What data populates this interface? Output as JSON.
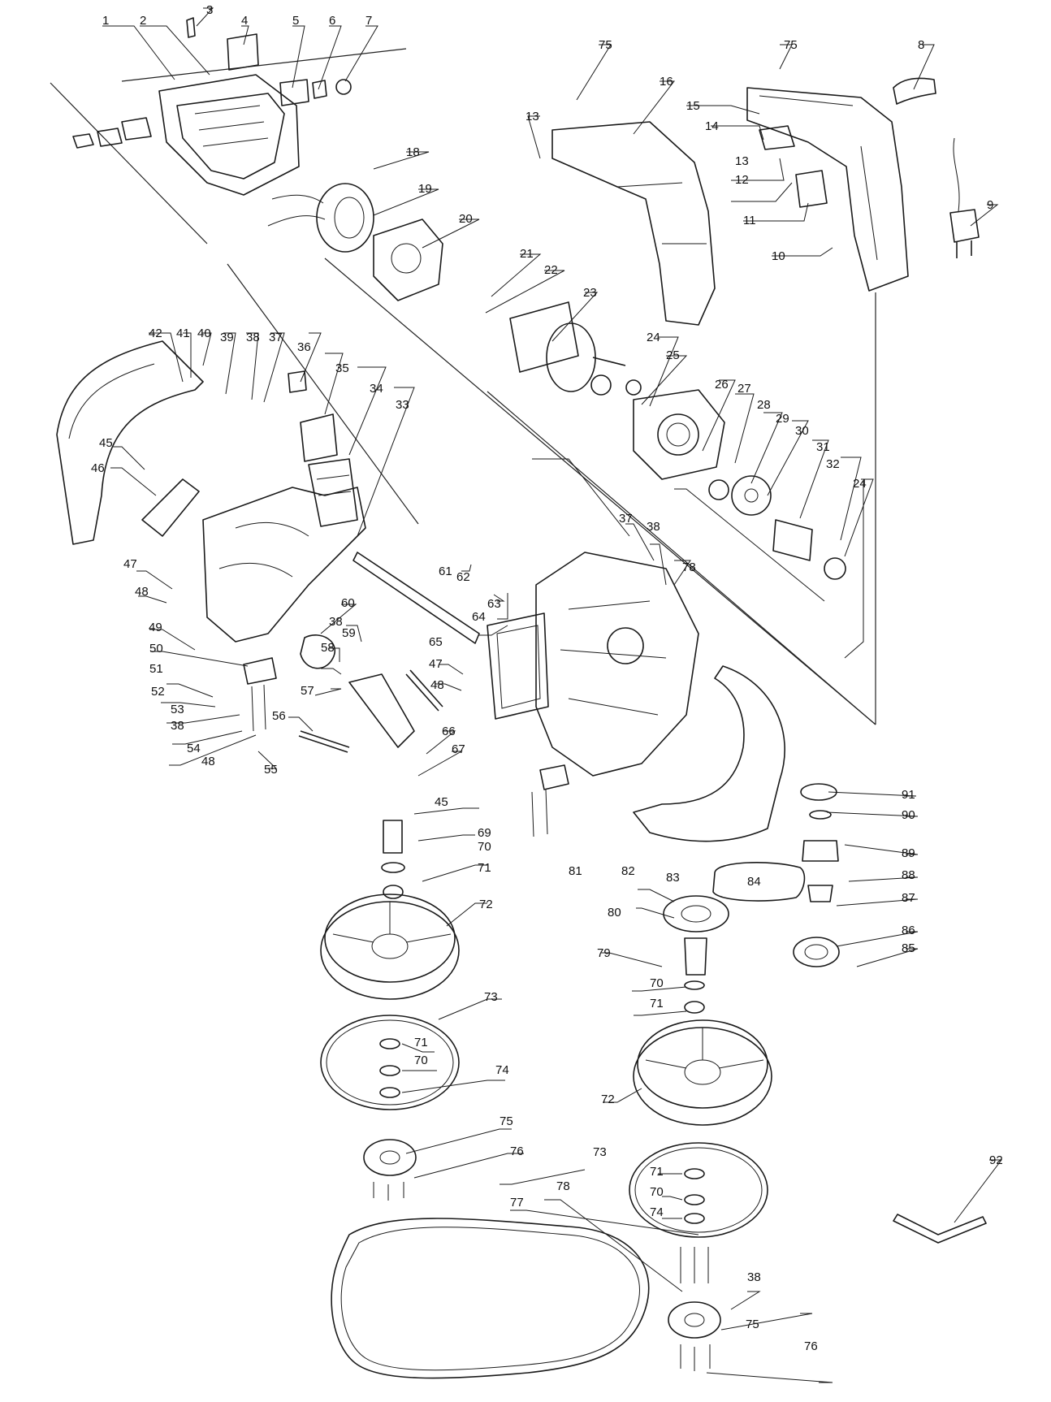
{
  "diagram": {
    "type": "exploded-parts-view",
    "callouts": [
      "1",
      "2",
      "3",
      "4",
      "5",
      "6",
      "7",
      "75",
      "8",
      "16",
      "15",
      "13",
      "14",
      "18",
      "13",
      "12",
      "11",
      "9",
      "19",
      "20",
      "10",
      "21",
      "22",
      "23",
      "42",
      "41",
      "40",
      "39",
      "38",
      "37",
      "36",
      "35",
      "34",
      "24",
      "25",
      "33",
      "26",
      "27",
      "28",
      "29",
      "30",
      "31",
      "32",
      "24",
      "45",
      "46",
      "37",
      "38",
      "78",
      "47",
      "48",
      "61",
      "62",
      "63",
      "60",
      "64",
      "49",
      "38",
      "50",
      "59",
      "65",
      "58",
      "51",
      "47",
      "48",
      "52",
      "57",
      "53",
      "38",
      "54",
      "56",
      "66",
      "48",
      "55",
      "67",
      "45",
      "69",
      "70",
      "91",
      "90",
      "89",
      "88",
      "71",
      "72",
      "81",
      "82",
      "83",
      "84",
      "87",
      "80",
      "86",
      "85",
      "79",
      "70",
      "71",
      "73",
      "71",
      "70",
      "74",
      "72",
      "75",
      "76",
      "73",
      "71",
      "70",
      "74",
      "77",
      "78",
      "38",
      "92",
      "75",
      "76",
      "75"
    ]
  }
}
